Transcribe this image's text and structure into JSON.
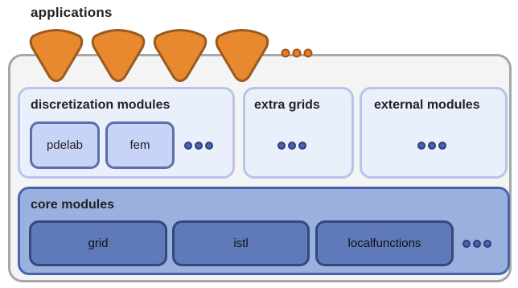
{
  "applications": {
    "label": "applications",
    "shield_count": 4,
    "color": "#e8882f"
  },
  "discretization": {
    "title": "discretization modules",
    "modules": [
      "pdelab",
      "fem"
    ]
  },
  "extra_grids": {
    "title": "extra grids"
  },
  "external": {
    "title": "external modules"
  },
  "core": {
    "title": "core modules",
    "modules": [
      "grid",
      "istl",
      "localfunctions"
    ]
  },
  "icons": {
    "ellipsis": "ellipsis-dots-icon",
    "application": "application-shield-icon"
  },
  "colors": {
    "core_panel": "#9ab0df",
    "core_module": "#5f79b9",
    "light_panel": "#eaf0fb",
    "light_module": "#c8d3f8",
    "dots_orange": "#e67f28",
    "dots_blue": "#4d64b2"
  }
}
